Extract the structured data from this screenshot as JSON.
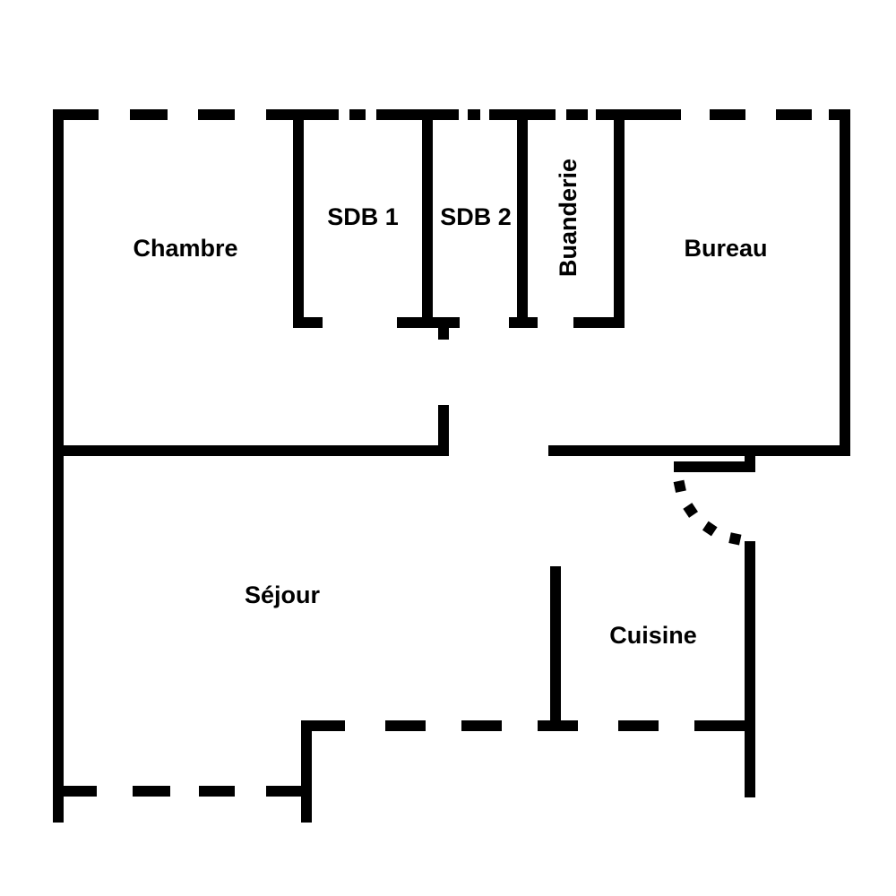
{
  "rooms": {
    "chambre": "Chambre",
    "sdb1": "SDB 1",
    "sdb2": "SDB 2",
    "buanderie": "Buanderie",
    "bureau": "Bureau",
    "sejour": "Séjour",
    "cuisine": "Cuisine"
  },
  "colors": {
    "wall": "#000000",
    "background": "#ffffff"
  }
}
